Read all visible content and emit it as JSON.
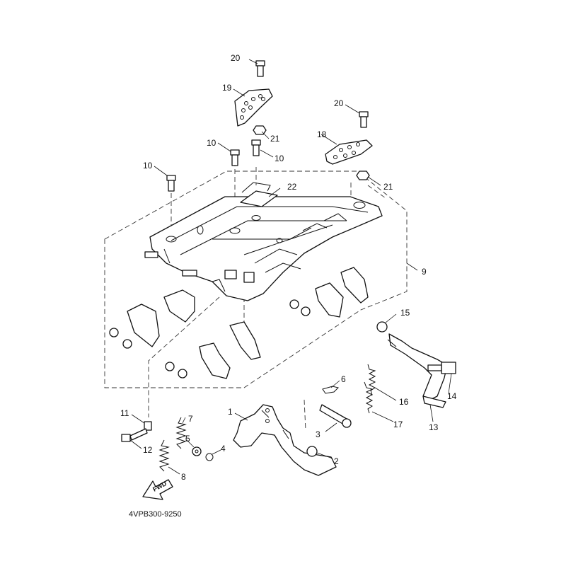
{
  "diagram": {
    "part_code": "4VPB300-9250",
    "fwd_label": "FWD",
    "callouts": {
      "c1": "1",
      "c2": "2",
      "c3": "3",
      "c4": "4",
      "c5": "5",
      "c6": "6",
      "c7": "7",
      "c8": "8",
      "c9": "9",
      "c10a": "10",
      "c10b": "10",
      "c10c": "10",
      "c11": "11",
      "c12": "12",
      "c13": "13",
      "c14": "14",
      "c15": "15",
      "c16": "16",
      "c17": "17",
      "c18": "18",
      "c19": "19",
      "c20a": "20",
      "c20b": "20",
      "c21a": "21",
      "c21b": "21",
      "c22": "22"
    }
  }
}
